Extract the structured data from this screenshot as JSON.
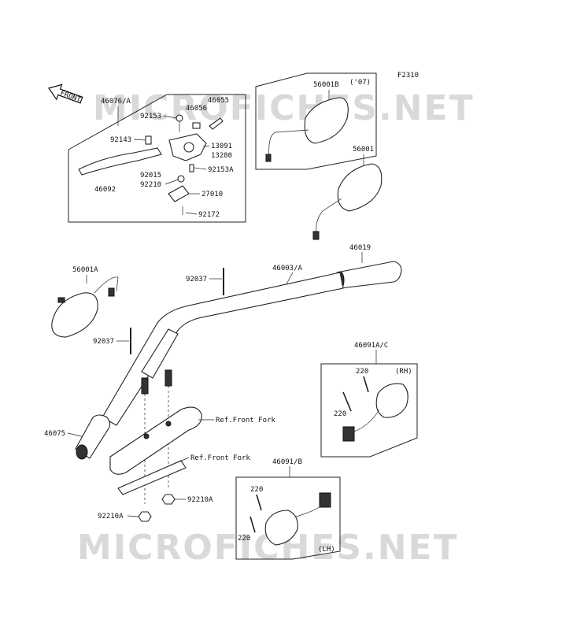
{
  "figure_code": "F2310",
  "watermark": "MICROFICHES.NET",
  "front_arrow_label": "FRONT",
  "labels": {
    "l46076A": "46076/A",
    "l46055": "46055",
    "l46056": "46056",
    "l92153": "92153",
    "l92143": "92143",
    "l13091": "13091",
    "l13280": "13280",
    "l92015": "92015",
    "l92153A": "92153A",
    "l92210": "92210",
    "l27010": "27010",
    "l46092": "46092",
    "l92172": "92172",
    "l56001B": "56001B",
    "l07": "('07)",
    "l56001": "56001",
    "l46019": "46019",
    "l56001A": "56001A",
    "l92037a": "92037",
    "l46003A": "46003/A",
    "l92037b": "92037",
    "l46091AC": "46091A/C",
    "l220a": "220",
    "lRH": "(RH)",
    "l220b": "220",
    "l46075": "46075",
    "lRefFork1": "Ref.Front Fork",
    "lRefFork2": "Ref.Front Fork",
    "l46091B": "46091/B",
    "l220c": "220",
    "l92210Aa": "92210A",
    "l92210Ab": "92210A",
    "l220d": "220",
    "lLH": "(LH)"
  }
}
